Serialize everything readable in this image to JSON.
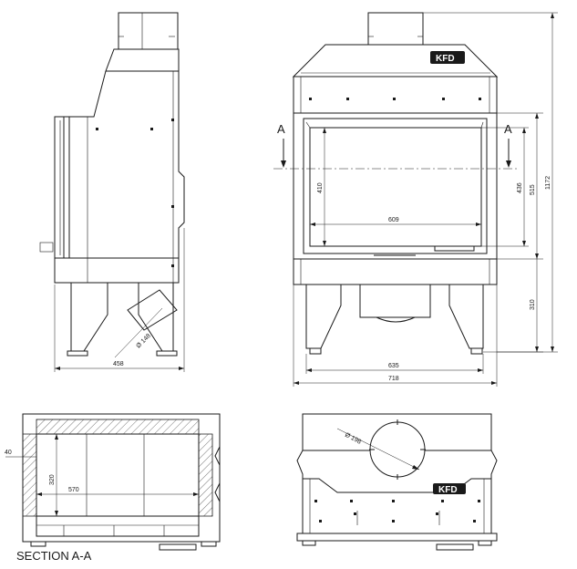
{
  "brand": {
    "logo_text": "KFD",
    "logo_text_back": "KFD"
  },
  "section_marks": {
    "left": "A",
    "right": "A"
  },
  "side_view": {
    "width": "458",
    "flue_diameter": "Ø 148"
  },
  "front_view": {
    "opening_width": "609",
    "opening_height": "410",
    "glass_height": "436",
    "frame_height": "515",
    "base_height": "310",
    "total_height": "1172",
    "inner_width": "635",
    "total_width": "718"
  },
  "section_view": {
    "caption": "SECTION A-A",
    "wall": "40",
    "height": "320",
    "width": "570"
  },
  "back_view": {
    "flue_diameter": "Ø 198"
  },
  "colors": {
    "line": "#1a1a1a",
    "background": "#ffffff"
  }
}
